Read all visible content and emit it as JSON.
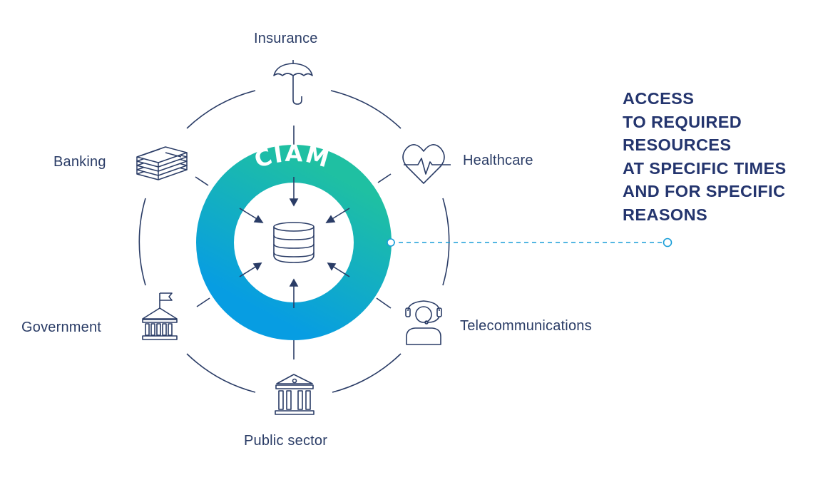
{
  "center": {
    "label": "CIAM",
    "icon": "database-icon"
  },
  "sectors": [
    {
      "id": "insurance",
      "label": "Insurance",
      "icon": "umbrella-icon"
    },
    {
      "id": "healthcare",
      "label": "Healthcare",
      "icon": "heart-pulse-icon"
    },
    {
      "id": "telecommunications",
      "label": "Telecommunications",
      "icon": "headset-agent-icon"
    },
    {
      "id": "public-sector",
      "label": "Public sector",
      "icon": "courthouse-icon"
    },
    {
      "id": "government",
      "label": "Government",
      "icon": "government-building-flag-icon"
    },
    {
      "id": "banking",
      "label": "Banking",
      "icon": "money-stack-icon"
    }
  ],
  "callout": {
    "lines": [
      "ACCESS",
      "TO REQUIRED",
      "RESOURCES",
      "AT SPECIFIC TIMES",
      "AND FOR SPECIFIC",
      "REASONS"
    ]
  },
  "colors": {
    "navy": "#2a3c66",
    "ring_teal": "#20bfa4",
    "ring_blue": "#0b9be0",
    "callout": "#24356e",
    "dashed_line": "#1a9ed8"
  }
}
